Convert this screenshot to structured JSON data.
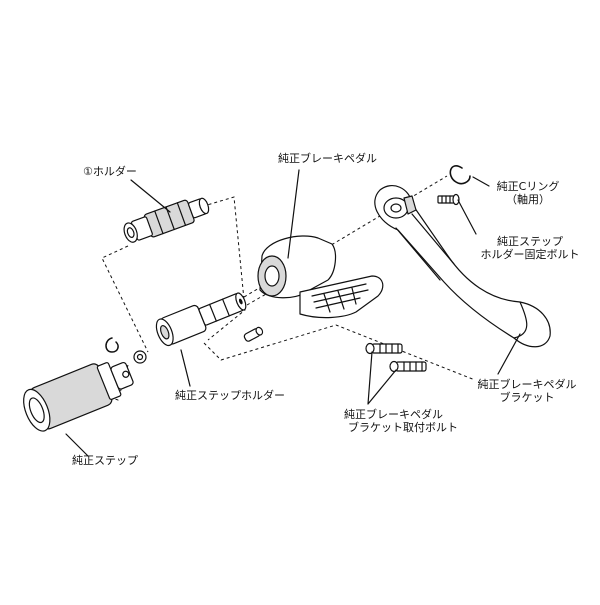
{
  "labels": {
    "holder": "①ホルダー",
    "oem_brake_pedal": "純正ブレーキペダル",
    "c_ring_line1": "純正Cリング",
    "c_ring_line2": "（軸用）",
    "step_holder_bolt_line1": "純正ステップ",
    "step_holder_bolt_line2": "ホルダー固定ボルト",
    "oem_step_holder": "純正ステップホルダー",
    "pedal_bracket_line1": "純正ブレーキペダル",
    "pedal_bracket_line2": "ブラケット",
    "bracket_bolt_line1": "純正ブレーキペダル",
    "bracket_bolt_line2": "ブラケット取付ボルト",
    "oem_step": "純正ステップ"
  },
  "colors": {
    "line": "#111111",
    "background": "#ffffff",
    "shade": "#d9d9d9"
  }
}
